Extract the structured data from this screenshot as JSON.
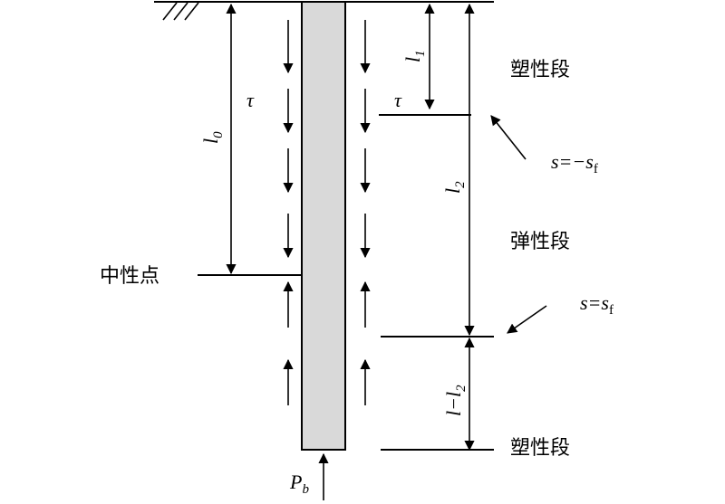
{
  "labels": {
    "tau_left": "τ",
    "tau_right": "τ",
    "l0": "l",
    "l0_sub": "0",
    "l1": "l",
    "l1_sub": "1",
    "l2": "l",
    "l2_sub": "2",
    "l_minus_l2": "l−l",
    "l_minus_l2_sub": "2",
    "neutral_point": "中性点",
    "plastic_top": "塑性段",
    "elastic_mid": "弹性段",
    "plastic_bottom": "塑性段",
    "s_neg": "s=−s",
    "s_neg_sub": "f",
    "s_pos": "s=s",
    "s_pos_sub": "f",
    "pb": "P",
    "pb_sub": "b"
  },
  "colors": {
    "pile_fill": "#d9d9d9",
    "ink": "#000000"
  }
}
